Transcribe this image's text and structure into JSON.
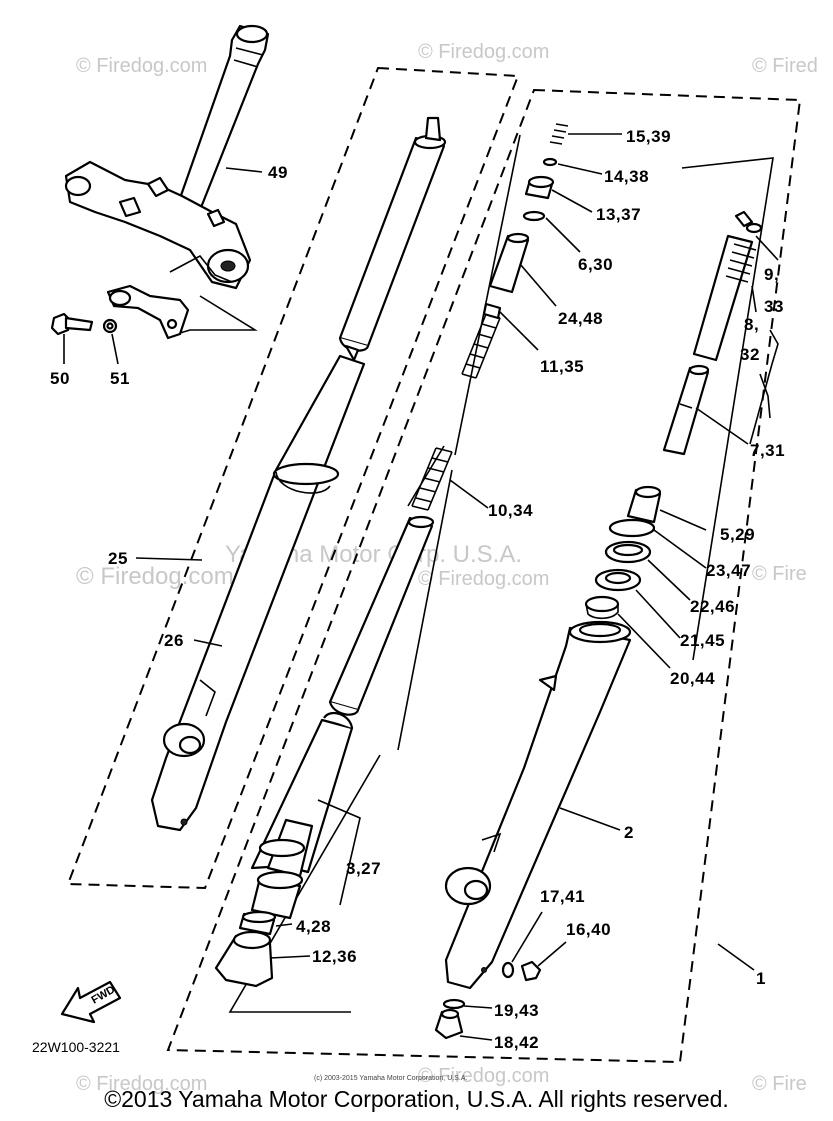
{
  "watermarks": [
    "© Firedog.com",
    "© Firedog.com",
    "© Fired",
    "© Firedog.com",
    "Yamaha Motor Corp. U.S.A.",
    "© Firedog.com",
    "© Fire",
    "© Firedog.com",
    "© Firedog.com",
    "© Fire"
  ],
  "diagram_code": "22W100-3221",
  "fwd_label": "FWD",
  "tiny_copyright": "(c) 2003-2015 Yamaha Motor Corporation, U.S.A.",
  "footer_copyright": "©2013 Yamaha Motor Corporation, U.S.A. All rights reserved.",
  "callouts": [
    "1",
    "2",
    "3,27",
    "4,28",
    "5,29",
    "6,30",
    "7,31",
    "8,",
    "32",
    "9,",
    "33",
    "10,34",
    "11,35",
    "12,36",
    "13,37",
    "14,38",
    "15,39",
    "16,40",
    "17,41",
    "18,42",
    "19,43",
    "20,44",
    "21,45",
    "22,46",
    "23,47",
    "24,48",
    "25",
    "26",
    "49",
    "50",
    "51"
  ]
}
